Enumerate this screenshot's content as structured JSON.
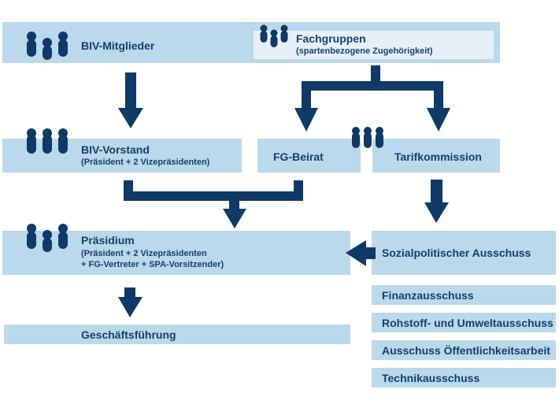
{
  "colors": {
    "box": "#b9d9ec",
    "inner": "#e6f0f9",
    "arrow": "#0d3a66",
    "text": "#12406d"
  },
  "members": {
    "title": "BIV-Mitglieder",
    "icon": "people-group-icon"
  },
  "fachgruppen": {
    "title": "Fachgruppen",
    "subtitle": "(spartenbezogene Zugehörigkeit)",
    "icon": "people-group-icon"
  },
  "vorstand": {
    "title": "BIV-Vorstand",
    "subtitle": "(Präsident + 2 Vizepräsidenten)",
    "icon": "people-group-icon"
  },
  "fg_beirat": {
    "title": "FG-Beirat"
  },
  "tarif": {
    "title": "Tarifkommission",
    "icon": "people-group-icon"
  },
  "praesidium": {
    "title": "Präsidium",
    "subtitle_line1": "(Präsident + 2 Vizepräsidenten",
    "subtitle_line2": "+ FG-Vertreter + SPA-Vorsitzender)",
    "icon": "people-group-icon"
  },
  "sozial": {
    "title": "Sozialpolitischer Ausschuss"
  },
  "geschaeft": {
    "title": "Geschäftsführung"
  },
  "committees": [
    {
      "title": "Finanzausschuss"
    },
    {
      "title": "Rohstoff- und Umweltausschuss"
    },
    {
      "title": "Ausschuss Öffentlichkeitsarbeit"
    },
    {
      "title": "Technikausschuss"
    }
  ]
}
